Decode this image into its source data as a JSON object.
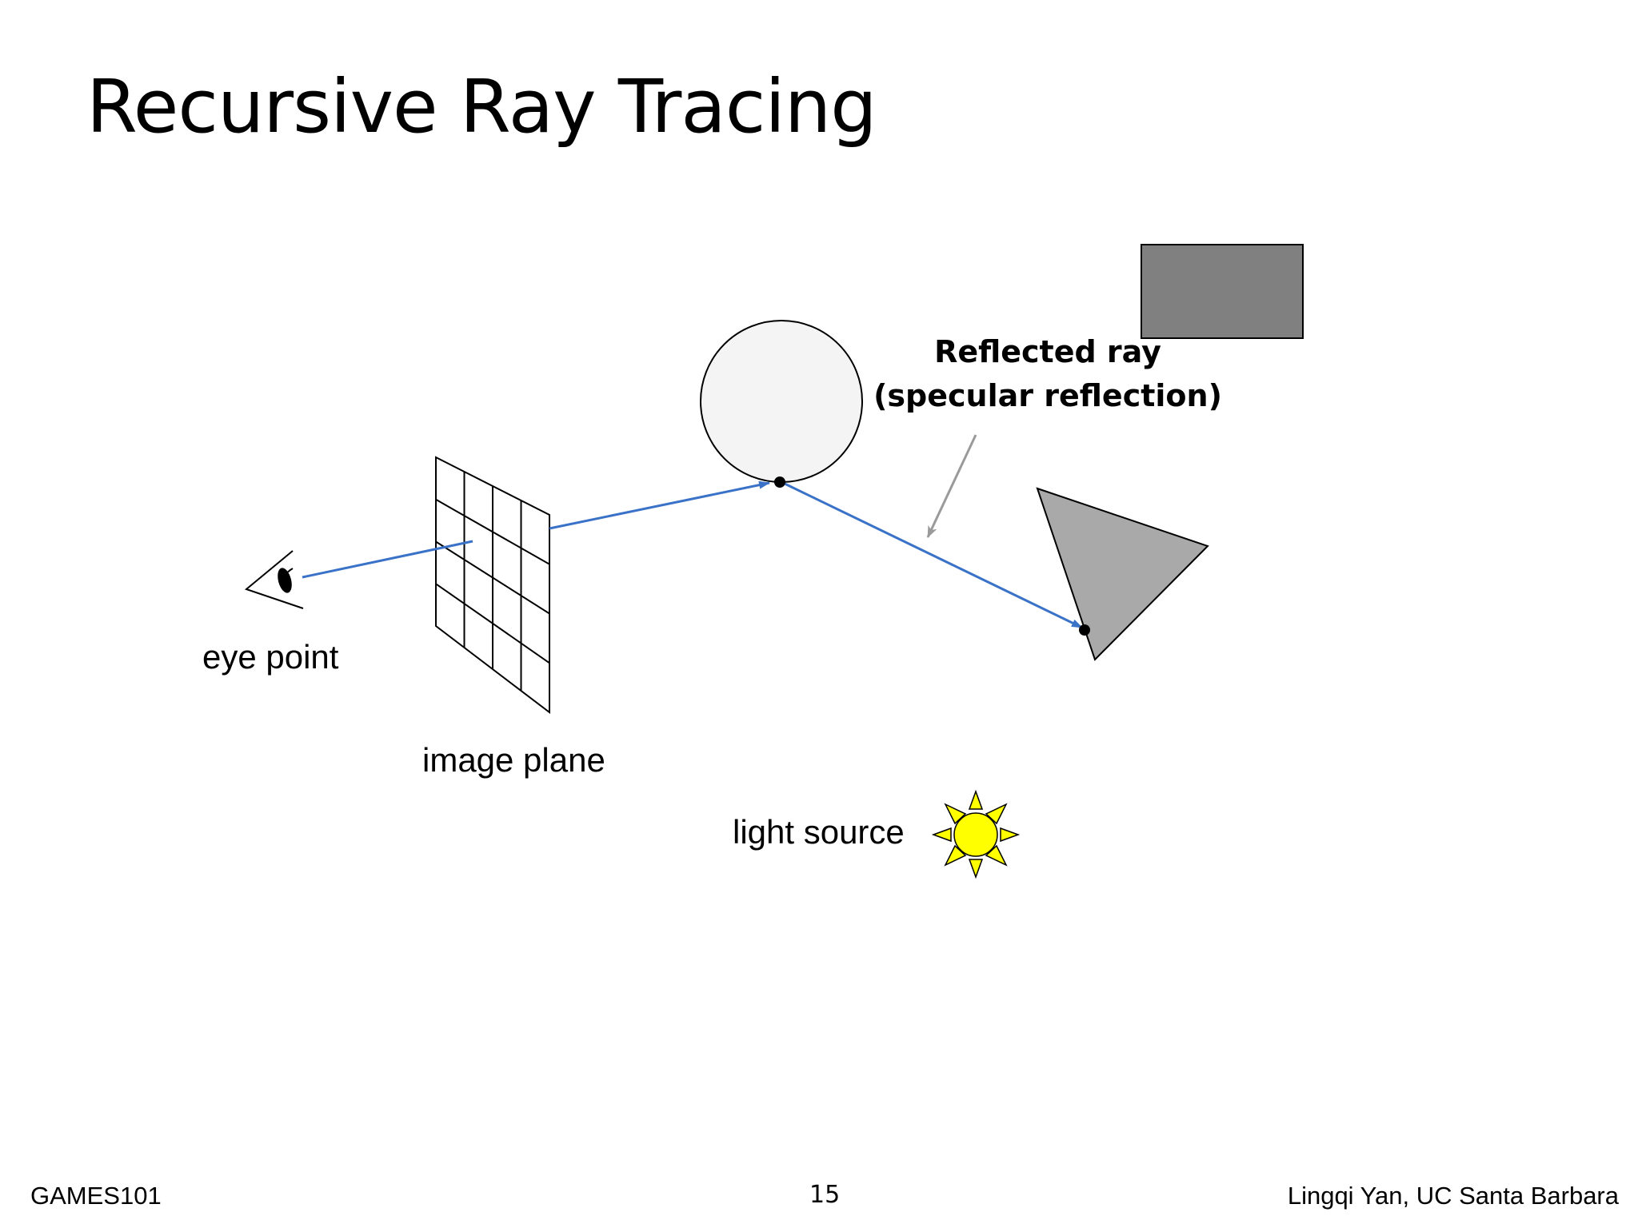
{
  "slide": {
    "title": "Recursive Ray Tracing",
    "page_number": "15"
  },
  "labels": {
    "eye_point": "eye point",
    "image_plane": "image plane",
    "light_source": "light source",
    "reflected_ray_line1": "Reflected ray",
    "reflected_ray_line2": "(specular reflection)"
  },
  "footer": {
    "left": "GAMES101",
    "right": "Lingqi Yan, UC Santa Barbara"
  },
  "colors": {
    "ray": "#3a72c8",
    "pointer_arrow": "#9a9a9a",
    "rectangle_fill": "#808080",
    "triangle_fill": "#a9a9a9",
    "sphere_fill": "#f4f4f4",
    "sun_fill": "#ffff00"
  },
  "icons": {
    "eye": "eye-icon",
    "sun": "sun-icon"
  }
}
